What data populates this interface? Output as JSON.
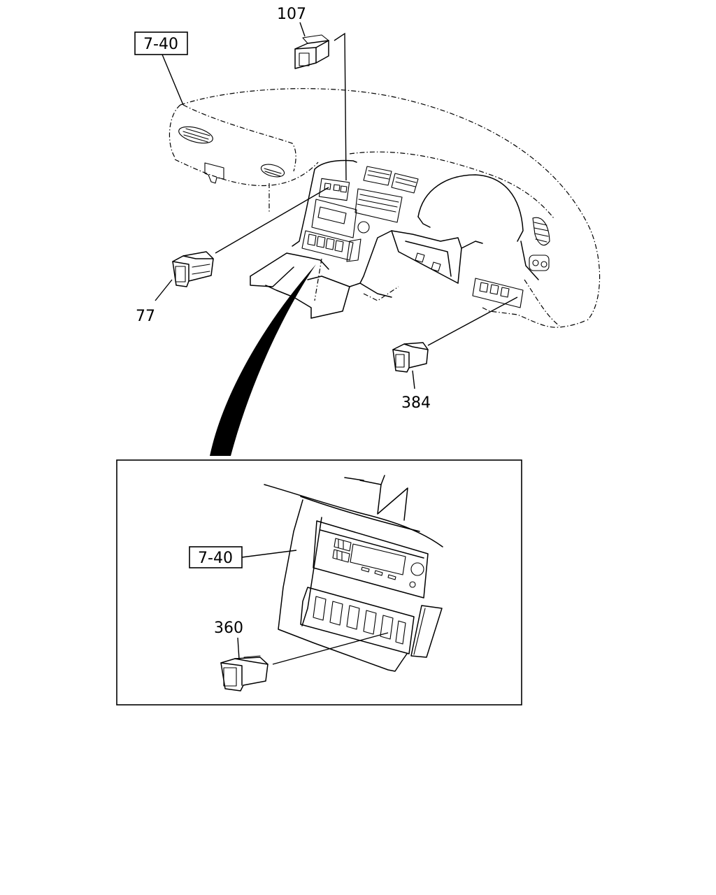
{
  "callouts": {
    "ref_top": "7-40",
    "ref_inset": "7-40",
    "part_107": "107",
    "part_77": "77",
    "part_384": "384",
    "part_360": "360"
  },
  "icons": [
    "dashboard-illustration",
    "switch-107-icon",
    "switch-77-icon",
    "switch-384-icon",
    "switch-360-icon",
    "detail-pointer-arrow"
  ]
}
